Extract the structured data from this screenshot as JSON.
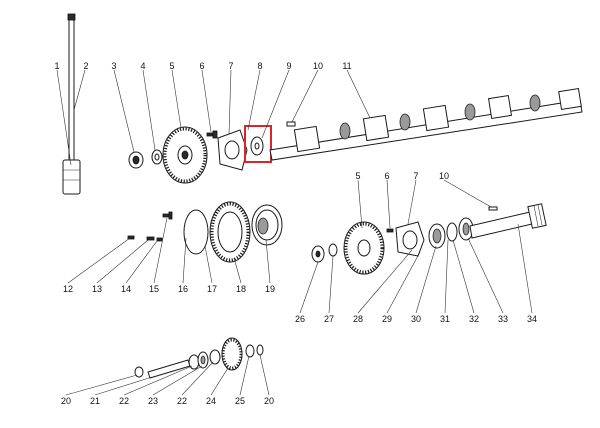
{
  "diagram": {
    "highlight_color": "#d9262c",
    "callouts": {
      "c1": "1",
      "c2": "2",
      "c3": "3",
      "c4": "4",
      "c5a": "5",
      "c6a": "6",
      "c7a": "7",
      "c8": "8",
      "c9": "9",
      "c10a": "10",
      "c11": "11",
      "c12": "12",
      "c13": "13",
      "c14": "14",
      "c15": "15",
      "c16": "16",
      "c17": "17",
      "c18": "18",
      "c19": "19",
      "c5b": "5",
      "c6b": "6",
      "c7b": "7",
      "c10b": "10",
      "c26": "26",
      "c27": "27",
      "c28": "28",
      "c29": "29",
      "c30": "30",
      "c31": "31",
      "c32": "32",
      "c33": "33",
      "c34": "34",
      "c20a": "20",
      "c21": "21",
      "c22a": "22",
      "c23": "23",
      "c22b": "22",
      "c24": "24",
      "c25": "25",
      "c20b": "20"
    }
  }
}
